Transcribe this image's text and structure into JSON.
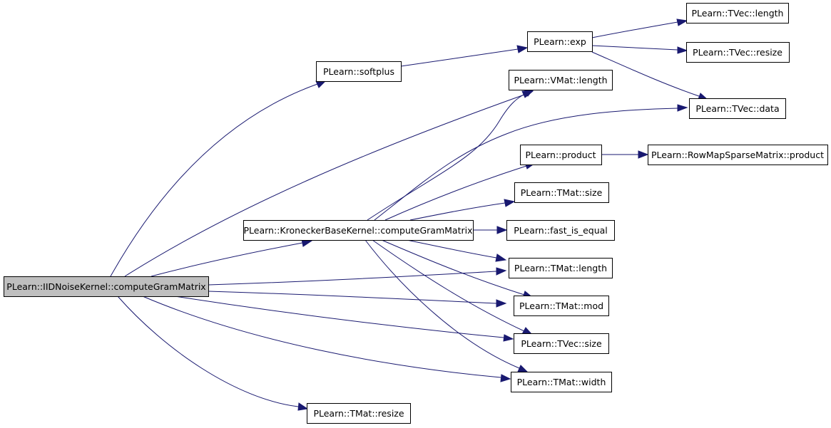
{
  "colors": {
    "edge": "#191970",
    "root_fill": "#bfbfbf",
    "node_fill": "#ffffff",
    "node_border": "#000000"
  },
  "nodes": {
    "root": "PLearn::IIDNoiseKernel::computeGramMatrix",
    "kbk": "PLearn::KroneckerBaseKernel::computeGramMatrix",
    "softplus": "PLearn::softplus",
    "exp": "PLearn::exp",
    "tvec_length": "PLearn::TVec::length",
    "tvec_resize": "PLearn::TVec::resize",
    "tvec_data": "PLearn::TVec::data",
    "vmat_length": "PLearn::VMat::length",
    "product": "PLearn::product",
    "rmsm_product": "PLearn::RowMapSparseMatrix::product",
    "tmat_size": "PLearn::TMat::size",
    "fast_is_equal": "PLearn::fast_is_equal",
    "tmat_length": "PLearn::TMat::length",
    "tmat_mod": "PLearn::TMat::mod",
    "tvec_size": "PLearn::TVec::size",
    "tmat_width": "PLearn::TMat::width",
    "tmat_resize": "PLearn::TMat::resize"
  },
  "edges": [
    [
      "root",
      "softplus"
    ],
    [
      "root",
      "vmat_length"
    ],
    [
      "root",
      "kbk"
    ],
    [
      "root",
      "tmat_length"
    ],
    [
      "root",
      "tmat_mod"
    ],
    [
      "root",
      "tvec_size"
    ],
    [
      "root",
      "tmat_width"
    ],
    [
      "root",
      "tmat_resize"
    ],
    [
      "softplus",
      "exp"
    ],
    [
      "exp",
      "tvec_length"
    ],
    [
      "exp",
      "tvec_resize"
    ],
    [
      "exp",
      "tvec_data"
    ],
    [
      "kbk",
      "vmat_length"
    ],
    [
      "kbk",
      "tvec_data"
    ],
    [
      "kbk",
      "product"
    ],
    [
      "kbk",
      "tmat_size"
    ],
    [
      "kbk",
      "fast_is_equal"
    ],
    [
      "kbk",
      "tmat_length"
    ],
    [
      "kbk",
      "tmat_mod"
    ],
    [
      "kbk",
      "tvec_size"
    ],
    [
      "kbk",
      "tmat_width"
    ],
    [
      "product",
      "rmsm_product"
    ]
  ]
}
